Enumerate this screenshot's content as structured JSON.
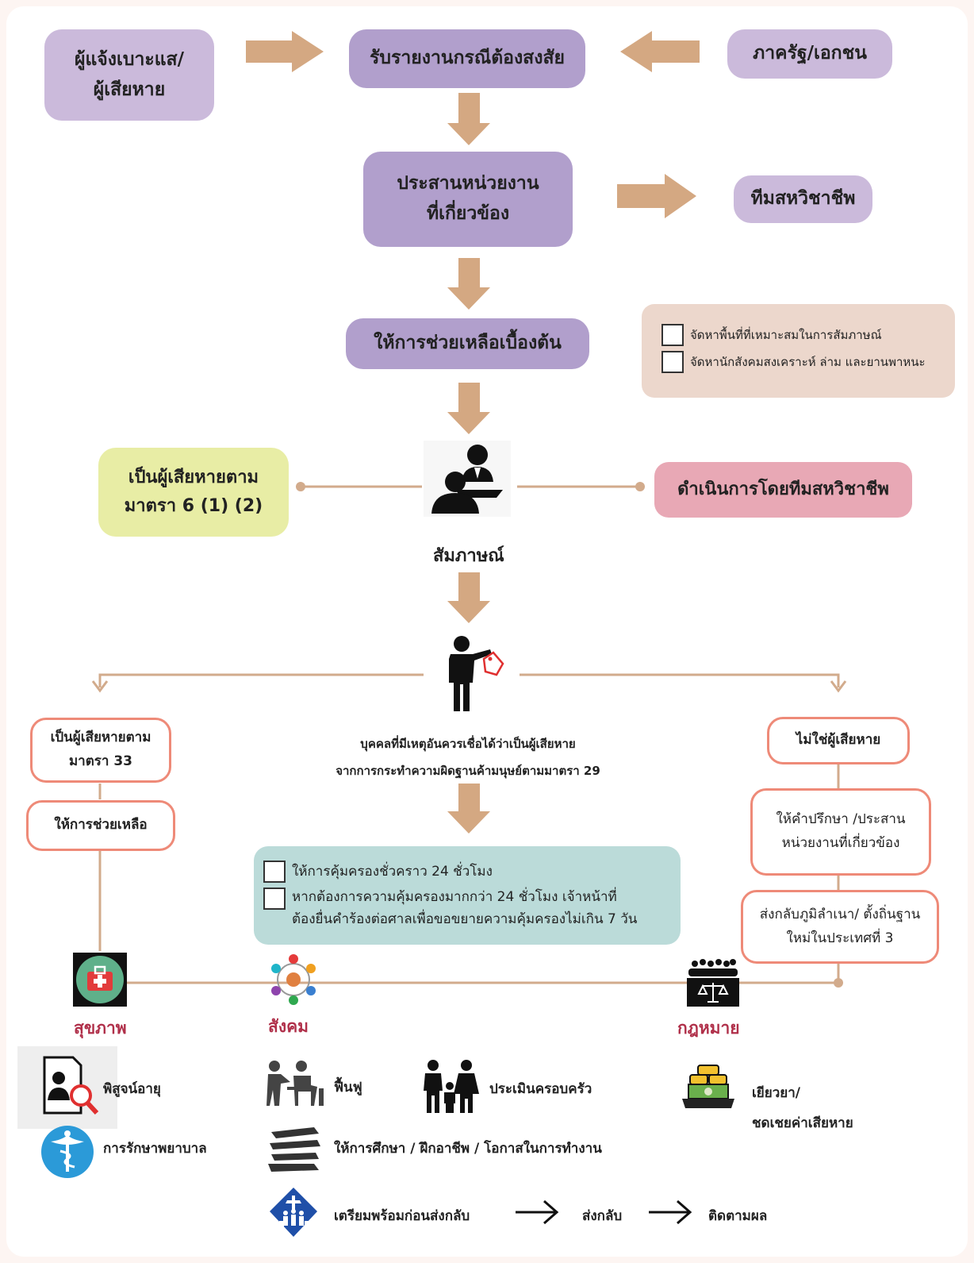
{
  "top": {
    "reporter": "ผู้แจ้งเบาะแส/\nผู้เสียหาย",
    "receive": "รับรายงานกรณีต้องสงสัย",
    "sector": "ภาครัฐ/เอกชน"
  },
  "coordinate": "ประสานหน่วยงาน\nที่เกี่ยวข้อง",
  "team": "ทีมสหวิชาชีพ",
  "initial_help": "ให้การช่วยเหลือเบื้องต้น",
  "checklist1": [
    "จัดหาพื้นที่ที่เหมาะสมในการสัมภาษณ์",
    "จัดหานักสังคมสงเคราะห์ ล่าม และยานพาหนะ"
  ],
  "victim_law": "เป็นผู้เสียหายตาม\nมาตรา 6 (1) (2)",
  "team_action": "ดำเนินการโดยทีมสหวิชาชีพ",
  "interview": "สัมภาษณ์",
  "suspect_caption": "บุคคลที่มีเหตุอันควรเชื่อได้ว่าเป็นผู้เสียหาย\nจากการกระทำความผิดฐานค้ามนุษย์ตามมาตรา 29",
  "left_branch": {
    "victim33": "เป็นผู้เสียหายตาม\nมาตรา 33",
    "help": "ให้การช่วยเหลือ"
  },
  "right_branch": {
    "not_victim": "ไม่ใช่ผู้เสียหาย",
    "advise": "ให้คำปรึกษา /ประสาน\nหน่วยงานที่เกี่ยวข้อง",
    "return": "ส่งกลับภูมิลำเนา/ ตั้งถิ่นฐาน\nใหม่ในประเทศที่ 3"
  },
  "checklist2": [
    "ให้การคุ้มครองชั่วคราว 24 ชั่วโมง",
    "หากต้องการความคุ้มครองมากกว่า 24 ชั่วโมง เจ้าหน้าที่\nต้องยื่นคำร้องต่อศาลเพื่อขอขยายความคุ้มครองไม่เกิน 7 วัน"
  ],
  "categories": {
    "health": "สุขภาพ",
    "social": "สังคม",
    "law": "กฎหมาย"
  },
  "services": {
    "age_proof": "พิสูจน์อายุ",
    "medical": "การรักษาพยาบาล",
    "rehab": "ฟื้นฟู",
    "family": "ประเมินครอบครัว",
    "education": "ให้การศึกษา / ฝึกอาชีพ / โอกาสในการทำงาน",
    "prepare": "เตรียมพร้อมก่อนส่งกลับ",
    "send_back": "ส่งกลับ",
    "follow": "ติดตามผล",
    "compensation": "เยียวยา/\nชดเชยค่าเสียหาย"
  },
  "colors": {
    "arrow": "#d4a882",
    "line": "#d2ab8c",
    "lavender": "#cbbadb",
    "purple": "#b19fcc",
    "tan": "#ecd7cc",
    "yellow": "#e8eda5",
    "pink": "#e8a8b5",
    "teal": "#bbdbd9",
    "outline": "#ee8a78",
    "category": "#b0304a"
  },
  "icons": [
    "interview-icon",
    "person-tag-icon",
    "first-aid-icon",
    "community-icon",
    "court-icon",
    "age-proof-icon",
    "caduceus-icon",
    "rehab-icon",
    "family-icon",
    "education-icon",
    "travel-icon",
    "compensation-icon"
  ]
}
